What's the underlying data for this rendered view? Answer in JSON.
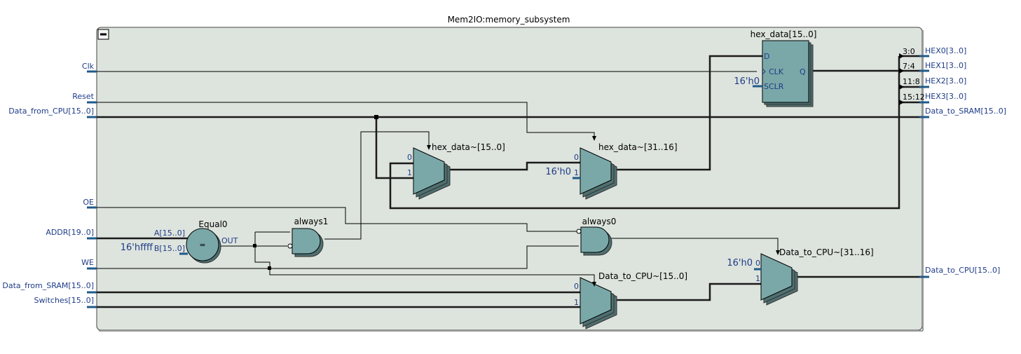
{
  "title": "Mem2IO:memory_subsystem",
  "inputs": {
    "clk": "Clk",
    "reset": "Reset",
    "data_from_cpu": "Data_from_CPU[15..0]",
    "oe": "OE",
    "addr": "ADDR[19..0]",
    "we": "WE",
    "data_from_sram": "Data_from_SRAM[15..0]",
    "switches": "Switches[15..0]"
  },
  "outputs": {
    "hex0": "HEX0[3..0]",
    "hex1": "HEX1[3..0]",
    "hex2": "HEX2[3..0]",
    "hex3": "HEX3[3..0]",
    "data_to_sram": "Data_to_SRAM[15..0]",
    "data_to_cpu": "Data_to_CPU[15..0]"
  },
  "bus_slices": [
    "3:0",
    "7:4",
    "11:8",
    "15:12"
  ],
  "register": {
    "name": "hex_data[15..0]",
    "pin_d": "D",
    "pin_clk": "CLK",
    "pin_sclr": "SCLR",
    "pin_q": "Q",
    "sclr_const": "16'h0"
  },
  "mux_hex_lo": {
    "name": "hex_data~[15..0]",
    "in0": "0",
    "in1": "1"
  },
  "mux_hex_hi": {
    "name": "hex_data~[31..16]",
    "in0": "0",
    "in1": "1",
    "const": "16'h0"
  },
  "mux_cpu_lo": {
    "name": "Data_to_CPU~[15..0]",
    "in0": "0",
    "in1": "1"
  },
  "mux_cpu_hi": {
    "name": "Data_to_CPU~[31..16]",
    "in0": "0",
    "in1": "1",
    "const": "16'h0"
  },
  "comparator": {
    "name": "Equal0",
    "symbol": "=",
    "pin_a": "A[15..0]",
    "pin_b": "B[15..0]",
    "pin_out": "OUT",
    "const_b": "16'hffff"
  },
  "gate_always1": {
    "name": "always1"
  },
  "gate_always0": {
    "name": "always0"
  },
  "colors": {
    "canvas": "#dde3dd",
    "component": "#7aa8a8",
    "component_shadow": "#4f6f70",
    "port_text": "#1f3c88",
    "wire": "#000000"
  }
}
